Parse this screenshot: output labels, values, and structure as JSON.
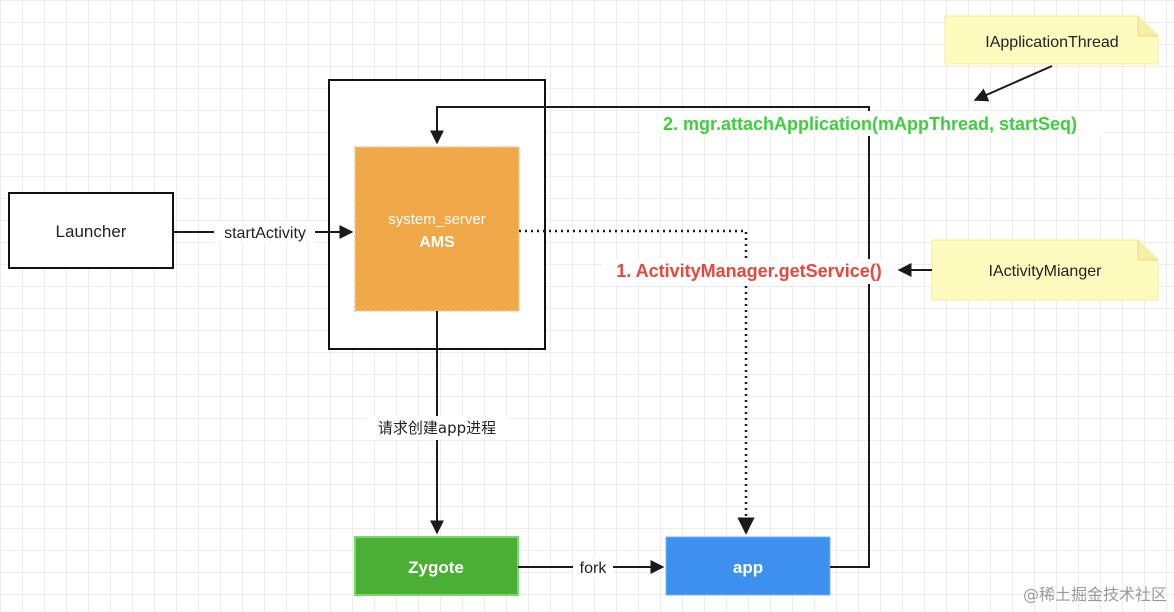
{
  "nodes": {
    "launcher": "Launcher",
    "system_server_line1": "system_server",
    "system_server_line2": "AMS",
    "zygote": "Zygote",
    "app": "app",
    "note_iapplicationthread": "IApplicationThread",
    "note_iactivitymanager": "IActivityMianger"
  },
  "edges": {
    "start_activity": "startActivity",
    "request_create_process": "请求创建app进程",
    "fork": "fork",
    "step1": "1. ActivityManager.getService()",
    "step2": "2. mgr.attachApplication(mAppThread, startSeq)"
  },
  "watermark": "@稀土掘金技术社区",
  "colors": {
    "ams_fill": "#f0a848",
    "zygote_fill": "#4aaf34",
    "app_fill": "#3d8ff0",
    "note_fill": "#fdfbbe",
    "step1_text": "#e8473d",
    "step2_text": "#3dcf3d",
    "edge": "#1a1a1a"
  }
}
